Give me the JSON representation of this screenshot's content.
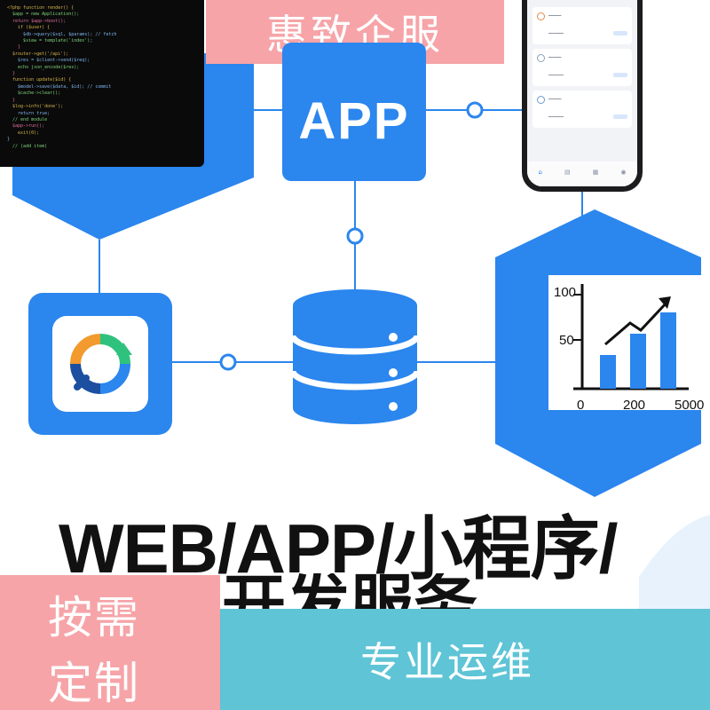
{
  "top_banner": {
    "text": "惠致企服"
  },
  "app_box": {
    "label": "APP"
  },
  "title": {
    "line1": "WEB/APP/小程序/",
    "line2": "开发服务"
  },
  "bottom_left": {
    "line1": "按需",
    "line2": "定制"
  },
  "bottom_right": {
    "text": "专业运维"
  },
  "colors": {
    "accent_blue": "#2b86ee",
    "banner_pink": "#f6a4a8",
    "teal": "#5ec4d6",
    "terminal_bg": "#0a0a0a"
  },
  "icons": [
    "code-terminal-icon",
    "phone-mockup",
    "database-icon",
    "sync-chart-icon",
    "growth-chart-icon"
  ],
  "chart": {
    "y_ticks": [
      "100",
      "50"
    ],
    "x_ticks": [
      "0",
      "200",
      "5000"
    ]
  }
}
